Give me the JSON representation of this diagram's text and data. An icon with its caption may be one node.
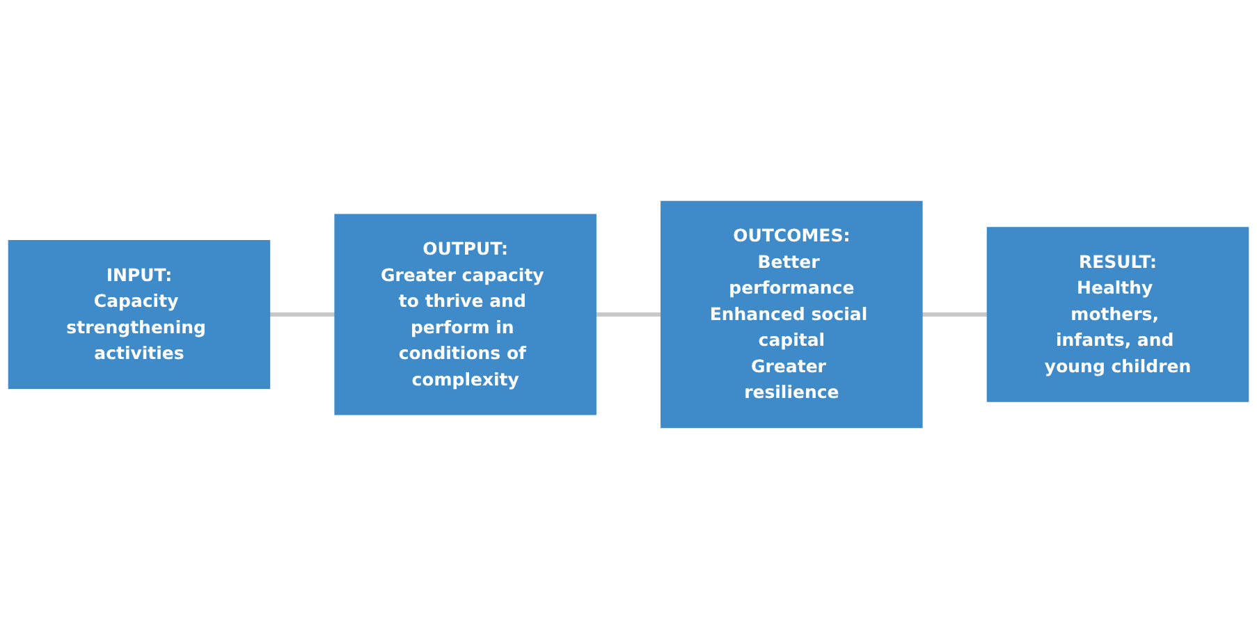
{
  "diagram": {
    "nodes": [
      {
        "text": [
          "INPUT:",
          "Capacity strengthening activities"
        ]
      },
      {
        "text": [
          "OUTPUT:",
          "Greater capacity to thrive and perform in conditions of complexity"
        ]
      },
      {
        "text": [
          "OUTCOMES:",
          "Better performance",
          "Enhanced social capital",
          "Greater resilience"
        ]
      },
      {
        "text": [
          "RESULT:",
          "Healthy mothers, infants, and young children"
        ]
      }
    ],
    "edges": [
      {
        "from": 0,
        "to": 1,
        "arrow": "none"
      },
      {
        "from": 1,
        "to": 2,
        "arrow": "none"
      },
      {
        "from": 2,
        "to": 3,
        "arrow": "none"
      }
    ]
  }
}
